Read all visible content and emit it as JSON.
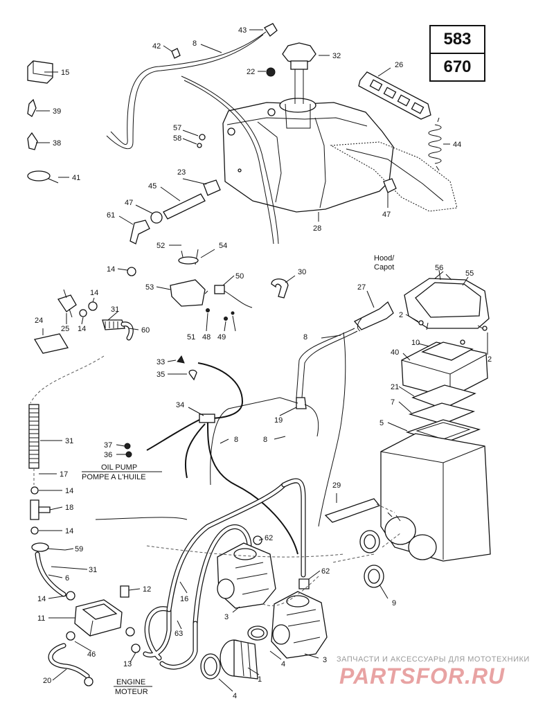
{
  "models": [
    "583",
    "670"
  ],
  "captions": {
    "hood_en": "Hood/",
    "hood_fr": "Capot",
    "oil_pump_en": "OIL PUMP",
    "oil_pump_fr": "POMPE A L'HUILE",
    "engine_en": "ENGINE",
    "engine_fr": "MOTEUR"
  },
  "callouts": {
    "c43": "43",
    "c42": "42",
    "c8a": "8",
    "c32": "32",
    "c22": "22",
    "c26": "26",
    "c15": "15",
    "c39": "39",
    "c38": "38",
    "c41": "41",
    "c57": "57",
    "c58": "58",
    "c23": "23",
    "c44": "44",
    "c45": "45",
    "c47a": "47",
    "c61": "61",
    "c47b": "47",
    "c28": "28",
    "c52": "52",
    "c54": "54",
    "c14a": "14",
    "c30": "30",
    "c50": "50",
    "c53": "53",
    "c14b": "14",
    "c31a": "31",
    "c25": "25",
    "c14c": "14",
    "c60": "60",
    "c24": "24",
    "c51": "51",
    "c48": "48",
    "c49": "49",
    "c56": "56",
    "c55": "55",
    "c27": "27",
    "c2a": "2",
    "c2b": "2",
    "c10": "10",
    "c8b": "8",
    "c33": "33",
    "c35": "35",
    "c40": "40",
    "c21": "21",
    "c7": "7",
    "c5": "5",
    "c34": "34",
    "c19": "19",
    "c8c": "8",
    "c8d": "8",
    "c31b": "31",
    "c37": "37",
    "c36": "36",
    "c17": "17",
    "c14d": "14",
    "c18": "18",
    "c29": "29",
    "c14e": "14",
    "c59": "59",
    "c31c": "31",
    "c62a": "62",
    "c6": "6",
    "c62b": "62",
    "c14f": "14",
    "c12": "12",
    "c16": "16",
    "c9": "9",
    "c11": "11",
    "c3a": "3",
    "c63": "63",
    "c46": "46",
    "c13": "13",
    "c4a": "4",
    "c3b": "3",
    "c20": "20",
    "c1": "1",
    "c4b": "4"
  },
  "watermark": {
    "line1": "ЗАПЧАСТИ И АКСЕССУАРЫ ДЛЯ МОТОТЕХНИКИ",
    "line2": "PARTSFOR.RU"
  }
}
